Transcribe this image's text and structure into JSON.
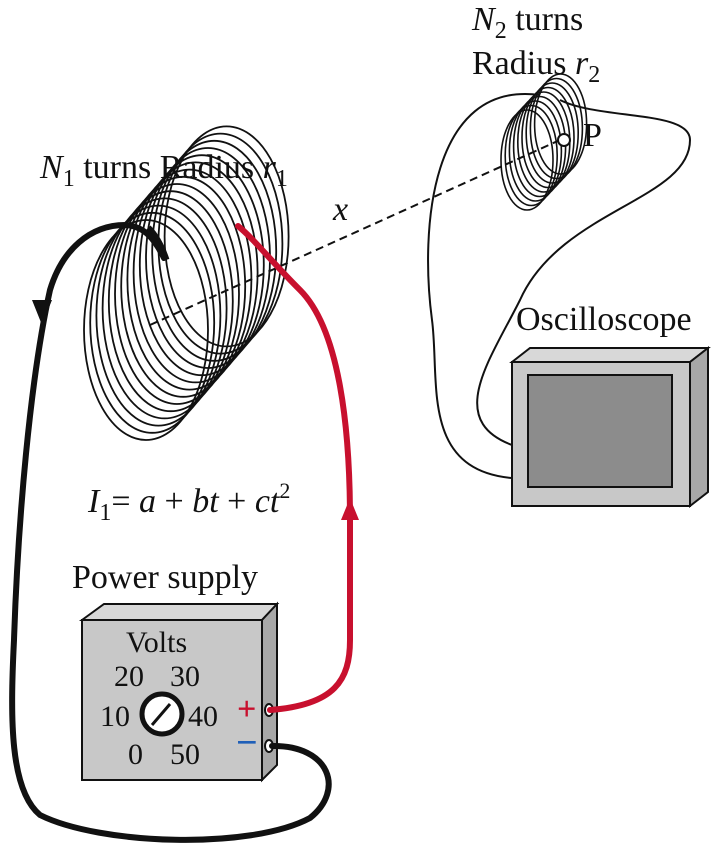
{
  "coil1": {
    "label_n": "N",
    "label_n_sub": "1",
    "label_turns": " turns Radius ",
    "label_r": "r",
    "label_r_sub": "1"
  },
  "coil2": {
    "label_n": "N",
    "label_n_sub": "2",
    "label_turns": " turns",
    "label_radius": "Radius ",
    "label_r": "r",
    "label_r_sub": "2",
    "point_label": "P"
  },
  "distance_label": "x",
  "current_equation": {
    "I": "I",
    "sub": "1",
    "eq": "= ",
    "a": "a",
    "plus1": " + ",
    "b": "bt",
    "plus2": " + ",
    "c": "ct",
    "exp": "2"
  },
  "oscilloscope": {
    "label": "Oscilloscope"
  },
  "power_supply": {
    "label": "Power supply",
    "volts_label": "Volts",
    "dial_marks": [
      "0",
      "10",
      "20",
      "30",
      "40",
      "50"
    ],
    "plus_symbol": "+",
    "minus_symbol": "−"
  },
  "colors": {
    "red_wire": "#c8102e",
    "black_wire": "#111111",
    "box_gray": "#c8c8c8",
    "screen_gray": "#8c8c8c",
    "minus_blue": "#1f5fb8"
  }
}
